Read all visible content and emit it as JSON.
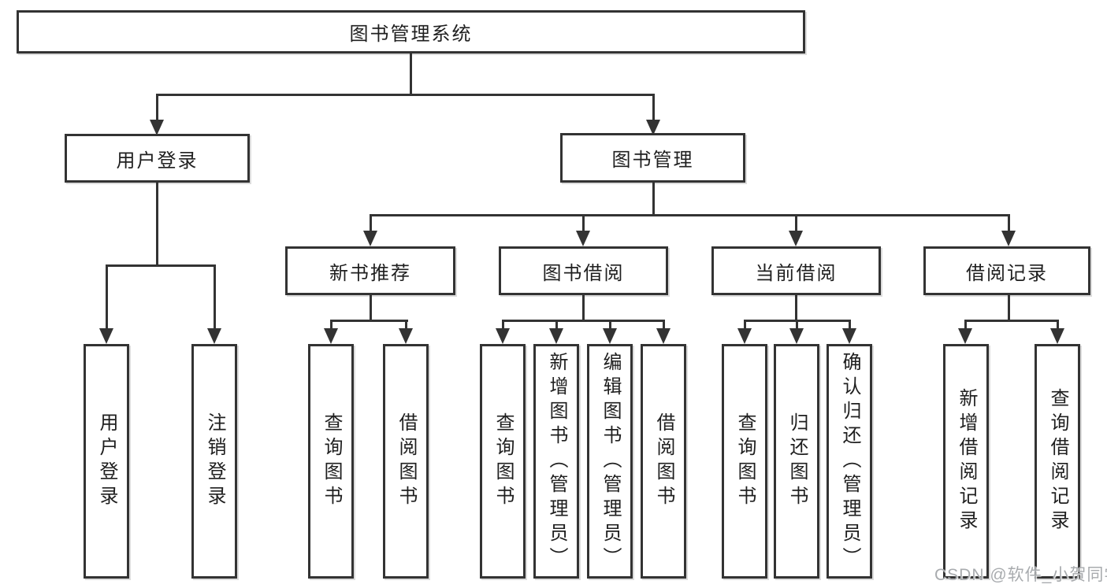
{
  "diagram": {
    "title": "图书管理系统",
    "watermark": "CSDN @软件_小贺同学",
    "colors": {
      "line": "#333333",
      "text": "#1f1f1f",
      "watermark": "#a8abae",
      "background": "#ffffff"
    },
    "nodes": {
      "root": {
        "label": "图书管理系统"
      },
      "level2": [
        {
          "label": "用户登录"
        },
        {
          "label": "图书管理"
        }
      ],
      "level3": [
        {
          "label": "新书推荐"
        },
        {
          "label": "图书借阅"
        },
        {
          "label": "当前借阅"
        },
        {
          "label": "借阅记录"
        }
      ],
      "leaves": {
        "user_login": [
          "用户登录",
          "注销登录"
        ],
        "new_books": [
          "查询图书",
          "借阅图书"
        ],
        "book_borrow": [
          "查询图书",
          "新增图书（管理员）",
          "编辑图书（管理员）",
          "借阅图书"
        ],
        "current_borrow": [
          "查询图书",
          "归还图书",
          "确认归还（管理员）"
        ],
        "borrow_records": [
          "新增借阅记录",
          "查询借阅记录"
        ]
      }
    }
  }
}
